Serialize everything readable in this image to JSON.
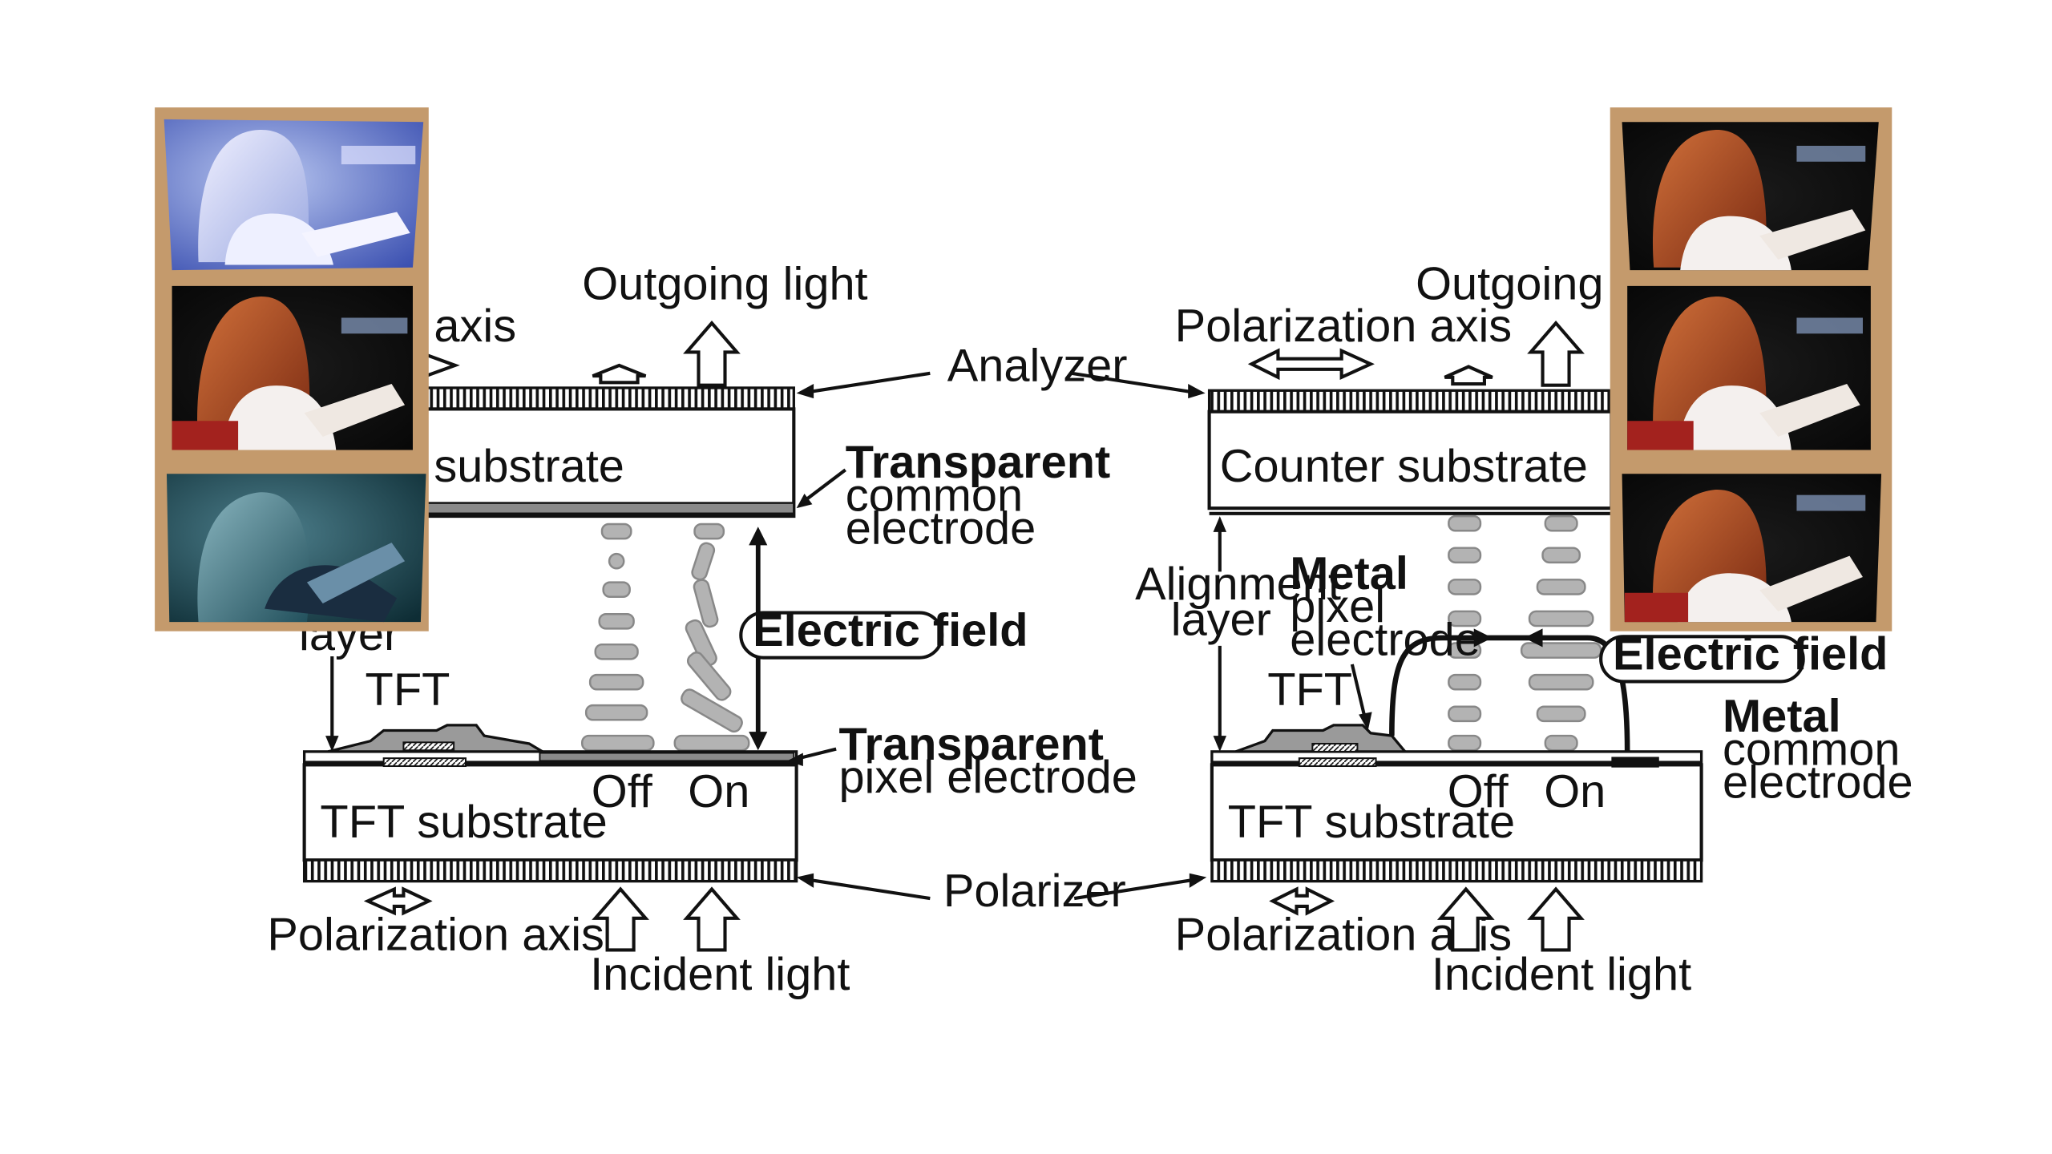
{
  "labels": {
    "analyzer": "Analyzer",
    "polarizer": "Polarizer",
    "outgoing_light": "Outgoing light",
    "incident_light": "Incident light",
    "polarization_axis": "Polarization axis",
    "axis_partial": "axis",
    "substrate_partial": "substrate",
    "counter_substrate": "Counter substrate",
    "tft_substrate": "TFT substrate",
    "tft": "TFT",
    "off": "Off",
    "on": "On",
    "layer_partial": "layer",
    "alignment": "Alignment",
    "layer": "layer",
    "electric_field": "Electric field",
    "transparent": "Transparent",
    "common": "common",
    "electrode": "electrode",
    "pixel_electrode": "pixel electrode",
    "metal": "Metal",
    "pixel": "pixel"
  },
  "colors": {
    "frame": "#c49a6c",
    "stripe": "#111111",
    "electrode": "#8a8a8a",
    "molecule": "#b3b3b3"
  },
  "photos": {
    "left": [
      "washed-out-blue-photo",
      "normal-photo",
      "dark-inverted-photo"
    ],
    "right": [
      "normal-photo",
      "normal-photo",
      "normal-photo"
    ]
  }
}
